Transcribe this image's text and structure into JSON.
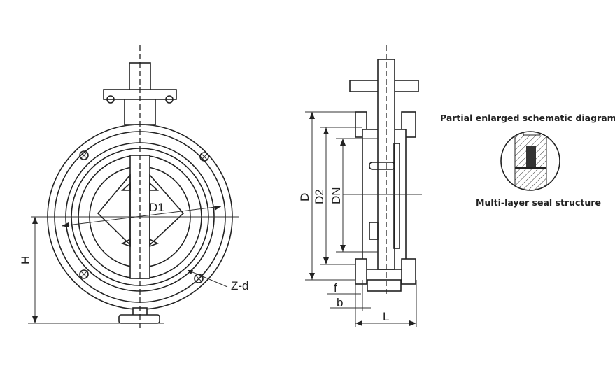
{
  "labels": {
    "d1": "D1",
    "h": "H",
    "zd": "Z-d",
    "d": "D",
    "d2": "D2",
    "dn": "DN",
    "f": "f",
    "b": "b",
    "l": "L"
  },
  "captions": {
    "detail_title": "Partial enlarged schematic diagram",
    "detail_subtitle": "Multi-layer seal structure"
  }
}
